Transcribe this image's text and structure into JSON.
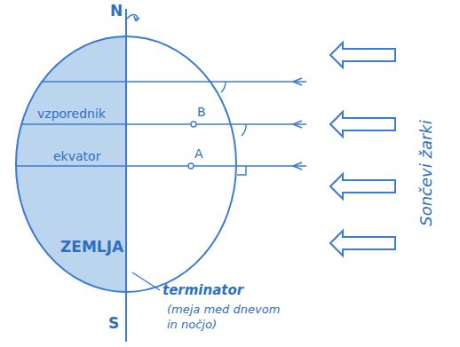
{
  "diagram": {
    "nodes": [
      {
        "text": [
          "vzporednik",
          "B",
          "ekvator",
          "A",
          "ZEMLJA"
        ]
      }
    ],
    "labels": [
      "N",
      "S",
      "terminator",
      "(meja med dnevom in nočjo)",
      "Sončevi žarki"
    ]
  }
}
